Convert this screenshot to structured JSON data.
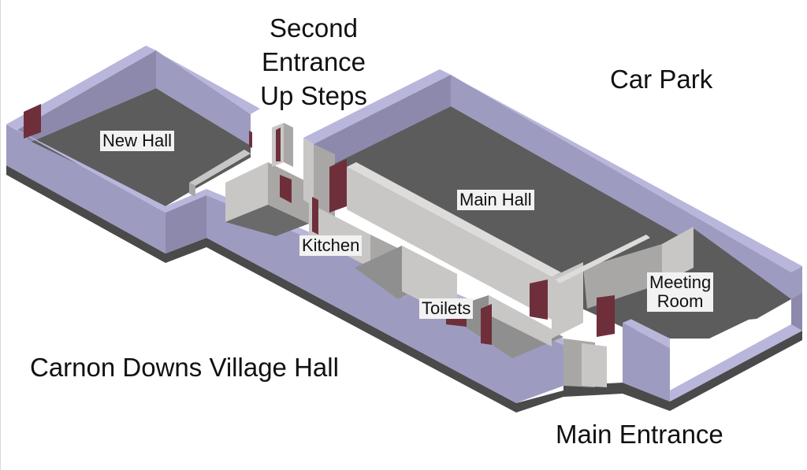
{
  "title": "Carnon Downs Village Hall",
  "captions": {
    "second_entrance": [
      "Second",
      "Entrance",
      "Up Steps"
    ],
    "car_park": "Car Park",
    "main_entrance": "Main Entrance"
  },
  "rooms": {
    "new_hall": "New Hall",
    "main_hall": "Main Hall",
    "kitchen": "Kitchen",
    "toilets": "Toilets",
    "meeting_room": [
      "Meeting",
      "Room"
    ]
  },
  "colors": {
    "wall_top": "#b9b6dc",
    "wall_side": "#9e9bc1",
    "wall_dark": "#8c89ad",
    "floor": "#5c5c5c",
    "base": "#4a4a4a",
    "partition": "#c9c7c5",
    "partition_dark": "#a9a7a5",
    "door": "#6e2f3b"
  }
}
